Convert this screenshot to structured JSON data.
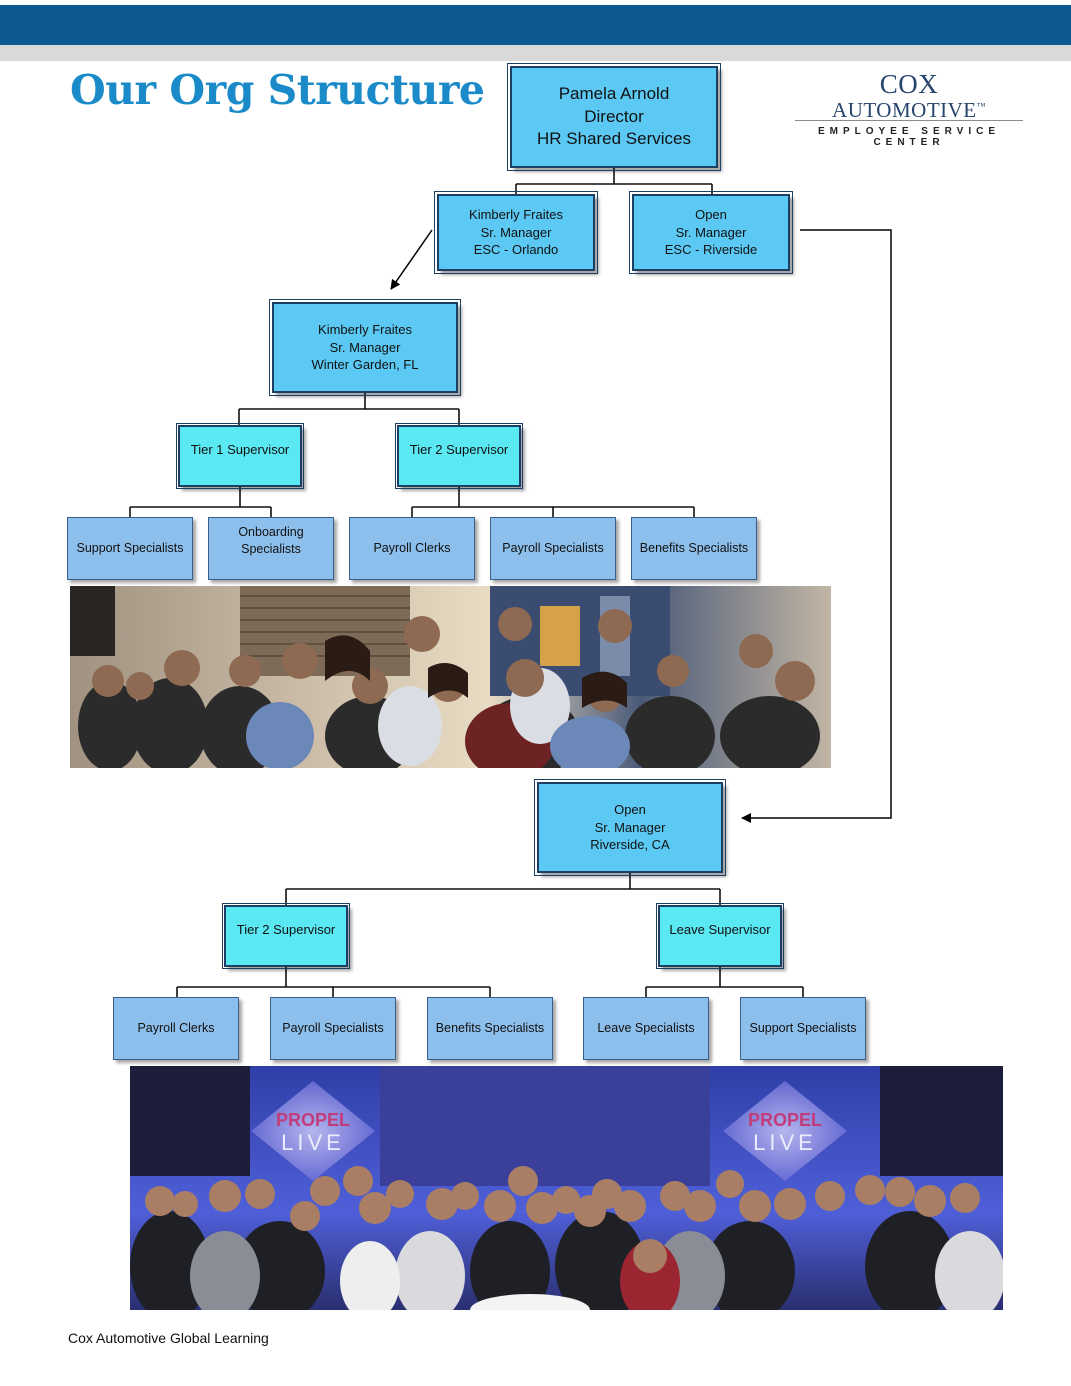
{
  "header": {
    "title": "Our Org Structure"
  },
  "logo": {
    "line1": "COX",
    "line2": "AUTOMOTIVE",
    "mark": "™",
    "subtitle": "EMPLOYEE SERVICE CENTER"
  },
  "org": {
    "director": "Pamela Arnold\nDirector\nHR Shared Services",
    "manager_orlando": "Kimberly Fraites\nSr. Manager\nESC - Orlando",
    "manager_riverside_top": "Open\nSr. Manager\nESC - Riverside",
    "winter_garden": {
      "manager": "Kimberly Fraites\nSr. Manager\nWinter Garden, FL",
      "tier1": "Tier 1 Supervisor",
      "tier2": "Tier 2 Supervisor",
      "support": "Support Specialists",
      "onboarding": "Onboarding\nSpecialists",
      "payroll_clerks": "Payroll Clerks",
      "payroll_specialists": "Payroll Specialists",
      "benefits_specialists": "Benefits Specialists"
    },
    "riverside": {
      "manager": "Open\nSr. Manager\nRiverside, CA",
      "tier2": "Tier 2 Supervisor",
      "leave_sup": "Leave Supervisor",
      "payroll_clerks": "Payroll Clerks",
      "payroll_specialists": "Payroll Specialists",
      "benefits_specialists": "Benefits Specialists",
      "leave_specialists": "Leave Specialists",
      "support_specialists": "Support Specialists"
    }
  },
  "photos": {
    "stage_sign": "PROPEL",
    "stage_sign_sub": "LIVE"
  },
  "footer": {
    "text": "Cox Automotive Global Learning"
  },
  "colors": {
    "header_bar": "#0d5a92",
    "title": "#1a8ac9",
    "box_blue": "#5bc9f3",
    "box_cyan": "#5ae8f2",
    "box_leaf": "#8dbfec"
  }
}
